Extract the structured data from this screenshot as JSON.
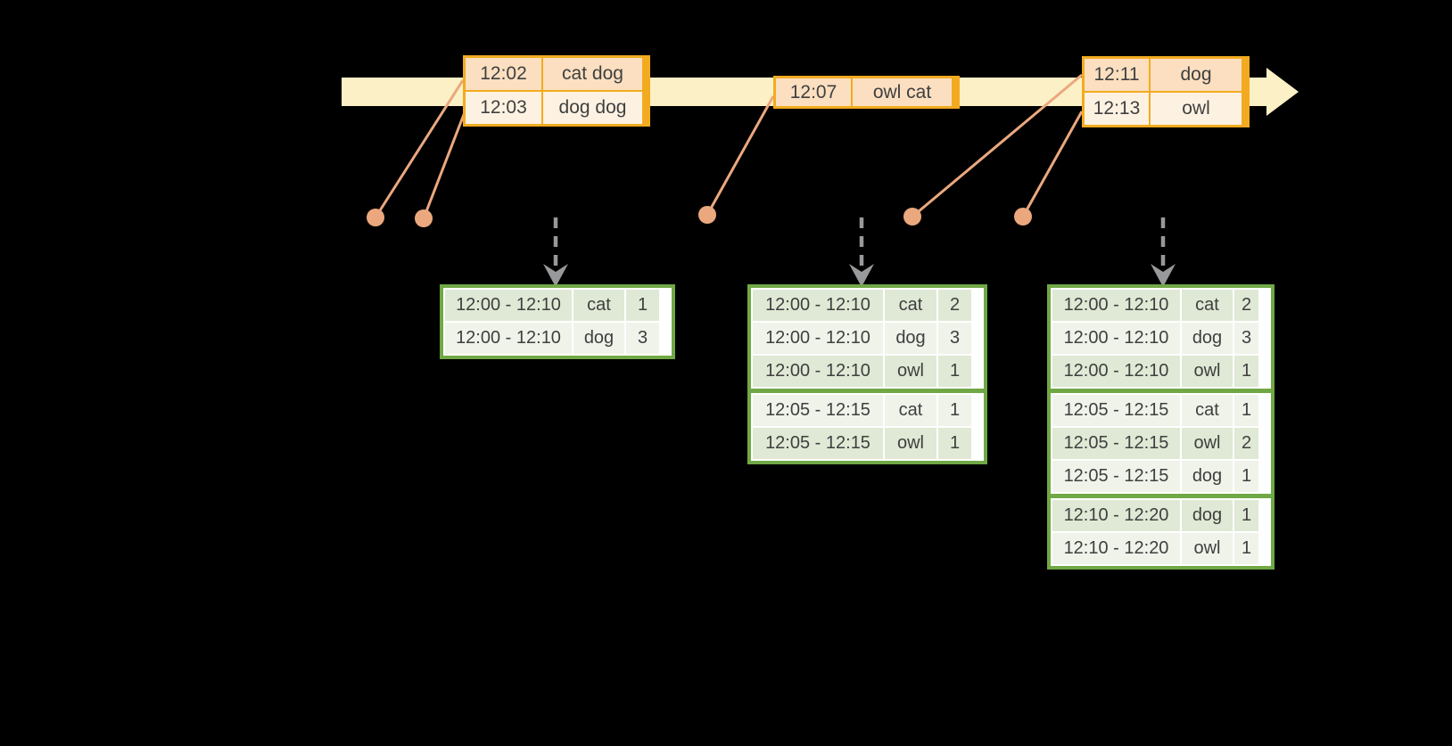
{
  "colors": {
    "background": "#000000",
    "timeline_band": "#fcf1c6",
    "event_table_border": "#f2ab20",
    "event_row_peach": "#fbdfc0",
    "event_row_cream": "#fdf2e2",
    "connector_salmon": "#eba87e",
    "result_table_border": "#70a845",
    "result_row_tint": "#dfe9d5",
    "result_row_light": "#eff3ea",
    "dashed_arrow_gray": "#97999b",
    "text": "#3f3f3f"
  },
  "event_tables": [
    {
      "rows": [
        {
          "time": "12:02",
          "words": "cat dog"
        },
        {
          "time": "12:03",
          "words": "dog dog"
        }
      ]
    },
    {
      "rows": [
        {
          "time": "12:07",
          "words": "owl cat"
        }
      ]
    },
    {
      "rows": [
        {
          "time": "12:11",
          "words": "dog"
        },
        {
          "time": "12:13",
          "words": "owl"
        }
      ]
    }
  ],
  "result_tables": [
    {
      "rows": [
        {
          "window": "12:00 - 12:10",
          "word": "cat",
          "count": "1"
        },
        {
          "window": "12:00 - 12:10",
          "word": "dog",
          "count": "3"
        }
      ]
    },
    {
      "rows": [
        {
          "window": "12:00 - 12:10",
          "word": "cat",
          "count": "2"
        },
        {
          "window": "12:00 - 12:10",
          "word": "dog",
          "count": "3"
        },
        {
          "window": "12:00 - 12:10",
          "word": "owl",
          "count": "1"
        },
        {
          "window": "12:05 - 12:15",
          "word": "cat",
          "count": "1"
        },
        {
          "window": "12:05 - 12:15",
          "word": "owl",
          "count": "1"
        }
      ]
    },
    {
      "rows": [
        {
          "window": "12:00 - 12:10",
          "word": "cat",
          "count": "2"
        },
        {
          "window": "12:00 - 12:10",
          "word": "dog",
          "count": "3"
        },
        {
          "window": "12:00 - 12:10",
          "word": "owl",
          "count": "1"
        },
        {
          "window": "12:05 - 12:15",
          "word": "cat",
          "count": "1"
        },
        {
          "window": "12:05 - 12:15",
          "word": "owl",
          "count": "2"
        },
        {
          "window": "12:05 - 12:15",
          "word": "dog",
          "count": "1"
        },
        {
          "window": "12:10 - 12:20",
          "word": "dog",
          "count": "1"
        },
        {
          "window": "12:10 - 12:20",
          "word": "owl",
          "count": "1"
        }
      ]
    }
  ]
}
